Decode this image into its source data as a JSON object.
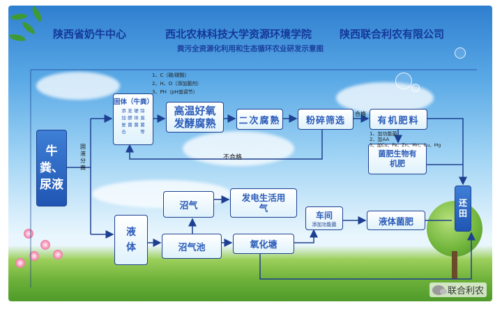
{
  "header": {
    "org_left": "陕西省奶牛中心",
    "org_mid": "西北农林科技大学资源环境学院",
    "org_right": "陕西联合利农有限公司",
    "subtitle": "粪污全资源化利用和生态循环农业研发示意图"
  },
  "nodes": {
    "source": "牛粪、尿液",
    "solid": "固体（牛粪）",
    "solid_sub": [
      "添加复合",
      "发酵菌",
      "硬体菌",
      "除臭菌等"
    ],
    "compost": "高温好氧发酵腐熟",
    "second": "二次腐熟",
    "crush": "粉碎筛选",
    "organic": "有机肥料",
    "bio": "菌肥生物有机肥",
    "field": "还田",
    "liquid": "液体",
    "biogas": "沼气",
    "power": "发电生活用气",
    "pool": "沼气池",
    "pond": "氧化塘",
    "workshop": "车间",
    "workshop_note": "添加功能菌",
    "liquidbio": "液体菌肥"
  },
  "notes": {
    "top": [
      "1、C（碳/碳酸）",
      "2、H、O（添加菌剂）",
      "3、PH（pH值调节）"
    ],
    "bio": [
      "1、加功能菌",
      "2、加AA",
      "3、加Cu、Fe、Zn、Mn、Cu、Mg"
    ]
  },
  "labels": {
    "separate": "固液分离",
    "pass": "合格",
    "fail": "不合格"
  },
  "logo": {
    "text": "联合利农"
  },
  "colors": {
    "box_border": "#1d3f8f",
    "box_text": "#2a5bb8",
    "dark_box": "#1f56b3",
    "title": "#14389a"
  }
}
